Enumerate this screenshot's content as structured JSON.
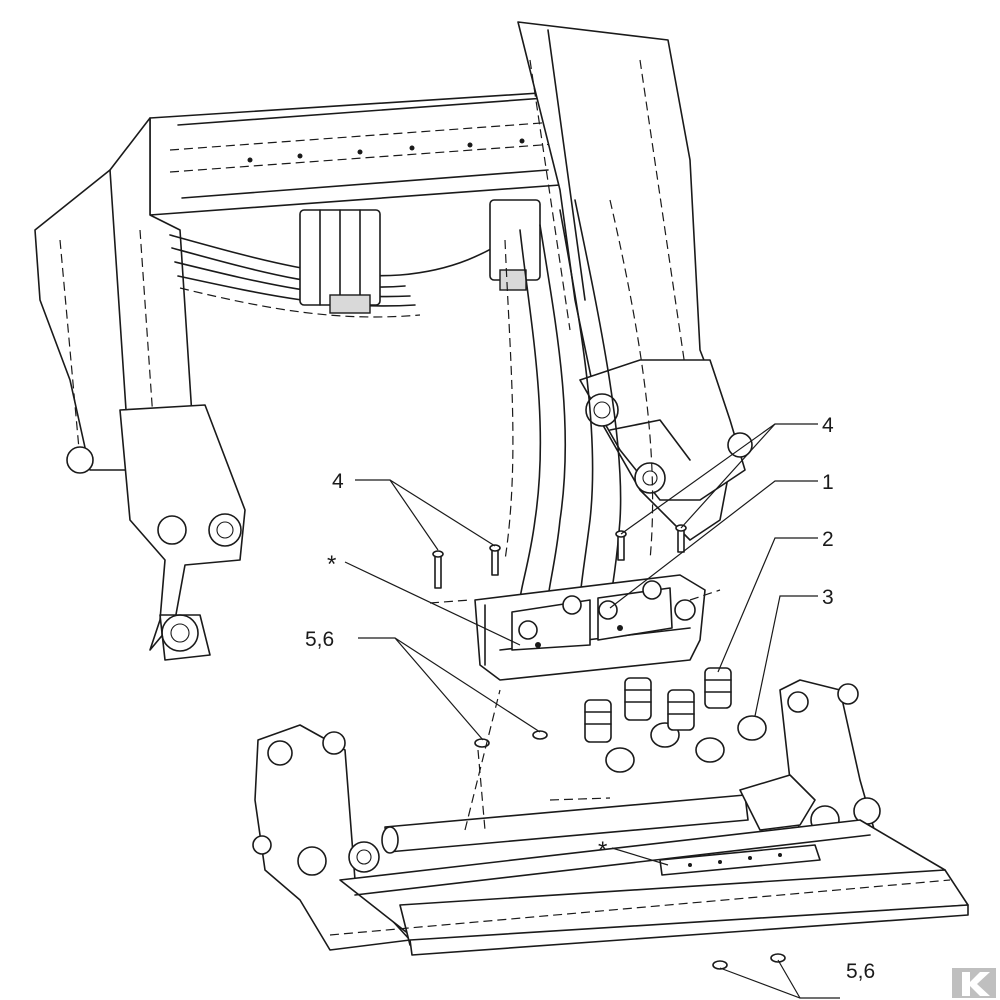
{
  "callouts": {
    "c4_left": "4",
    "c_star_upper": "*",
    "c56_left": "5,6",
    "c4_right": "4",
    "c1": "1",
    "c2": "2",
    "c3": "3",
    "c_star_lower": "*",
    "c56_bottom": "5,6"
  },
  "logo": {
    "icon": "kramp-logo-icon"
  }
}
